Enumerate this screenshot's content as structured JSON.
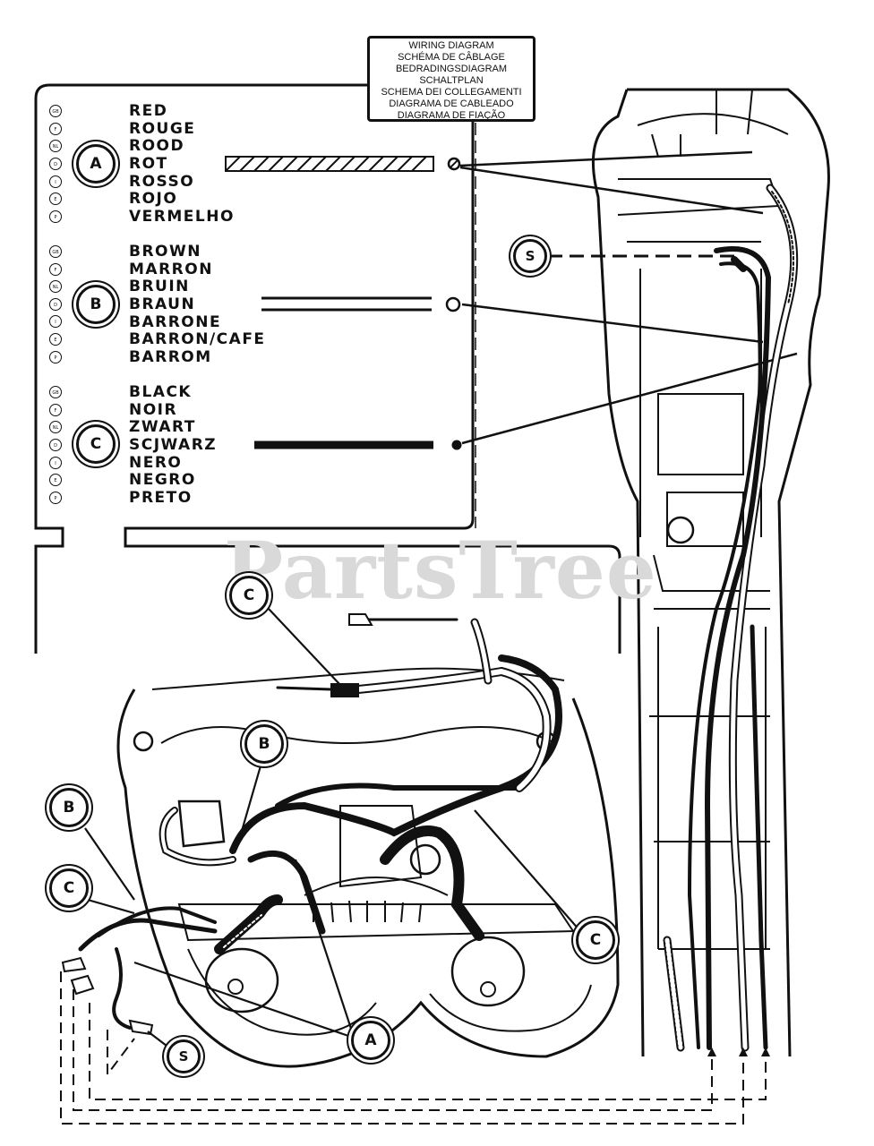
{
  "title_lines": [
    "WIRING DIAGRAM",
    "SCHÉMA DE CÂBLAGE",
    "BEDRADINGSDIAGRAM",
    "SCHALTPLAN",
    "SCHEMA DEI COLLEGAMENTI",
    "DIAGRAMA DE CABLEADO",
    "DIAGRAMA DE FIAÇÃO"
  ],
  "language_codes": [
    "GB",
    "F",
    "NL",
    "D",
    "I",
    "E",
    "P"
  ],
  "legend": [
    {
      "letter": "A",
      "names": [
        "RED",
        "ROUGE",
        "ROOD",
        "ROT",
        "ROSSO",
        "ROJO",
        "VERMELHO"
      ]
    },
    {
      "letter": "B",
      "names": [
        "BROWN",
        "MARRON",
        "BRUIN",
        "BRAUN",
        "BARRONE",
        "BARRON/CAFE",
        "BARROM"
      ]
    },
    {
      "letter": "C",
      "names": [
        "BLACK",
        "NOIR",
        "ZWART",
        "SCJWARZ",
        "NERO",
        "NEGRO",
        "PRETO"
      ]
    }
  ],
  "callouts": {
    "s_top": "S",
    "c_top": "C",
    "b_mid": "B",
    "b_left": "B",
    "c_left": "C",
    "c_right": "C",
    "a_bottom": "A",
    "s_bottom": "S"
  },
  "watermark": "PartsTree"
}
